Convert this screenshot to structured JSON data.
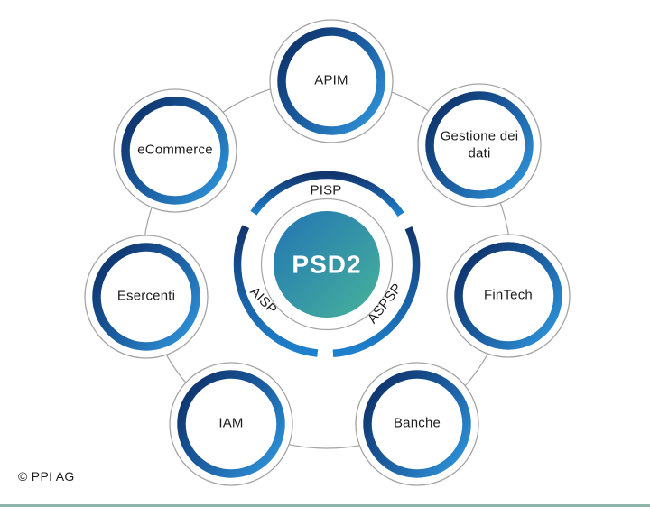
{
  "diagram": {
    "center": {
      "label": "PSD2"
    },
    "ring_labels": {
      "top": "PISP",
      "left": "AISP",
      "right": "ASPSP"
    },
    "satellites": [
      {
        "label": "APIM"
      },
      {
        "label": "Gestione dei dati"
      },
      {
        "label": "FinTech"
      },
      {
        "label": "Banche"
      },
      {
        "label": "IAM"
      },
      {
        "label": "Esercenti"
      },
      {
        "label": "eCommerce"
      }
    ],
    "colors": {
      "center_gradient_start": "#2274b4",
      "center_gradient_end": "#47b39a",
      "ring_gradient_start": "#0d2f66",
      "ring_gradient_mid": "#1b5c9f",
      "ring_gradient_end": "#2f94da",
      "arc_gradient_start": "#12356e",
      "arc_gradient_end": "#1e81cd",
      "outline_gray": "#a3a3a3",
      "bottom_bar": "#8fb5aa",
      "label_color": "#1c1c1c"
    }
  },
  "footer": {
    "copyright": "© PPI AG"
  }
}
